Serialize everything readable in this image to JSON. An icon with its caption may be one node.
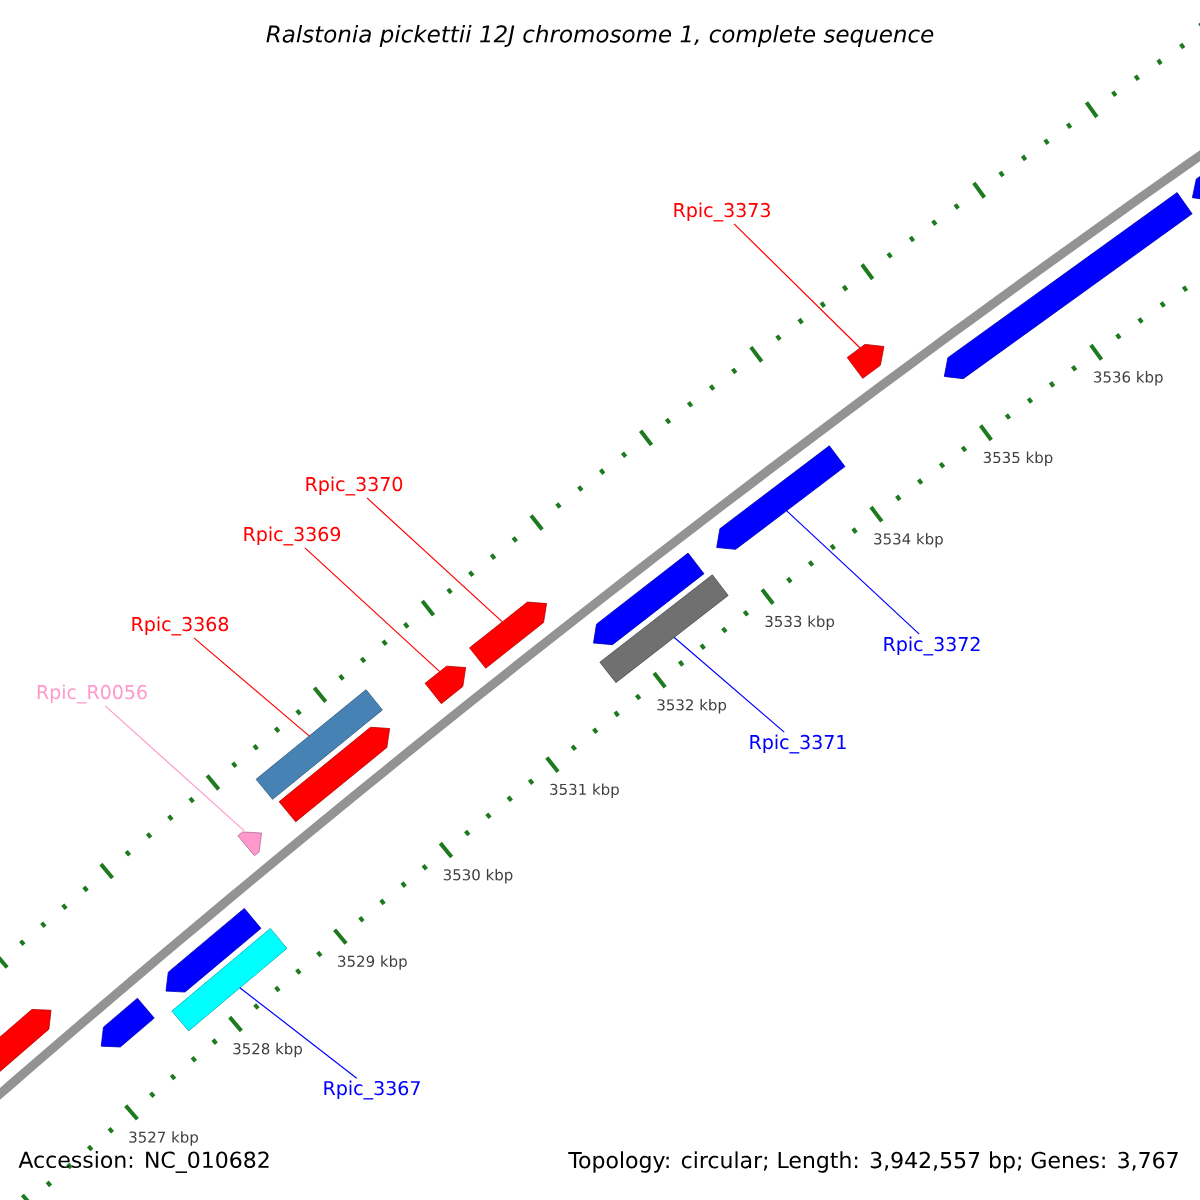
{
  "diagram": {
    "title": "Ralstonia pickettii 12J chromosome 1, complete sequence",
    "nodes": [
      {
        "text": [
          "Rpic_3373"
        ]
      },
      {
        "text": [
          "Rpic_3370"
        ]
      },
      {
        "text": [
          "Rpic_3369"
        ]
      },
      {
        "text": [
          "Rpic_3368"
        ]
      },
      {
        "text": [
          "Rpic_R0056"
        ]
      },
      {
        "text": [
          "Rpic_3372"
        ]
      },
      {
        "text": [
          "Rpic_3371"
        ]
      },
      {
        "text": [
          "Rpic_3367"
        ]
      },
      {
        "text": [],
        "shape": "bar"
      },
      {
        "text": [],
        "shape": "bar"
      },
      {
        "text": [],
        "shape": "bar"
      },
      {
        "text": [],
        "shape": "bar"
      },
      {
        "text": [],
        "shape": "bar"
      },
      {
        "text": [],
        "shape": "bar"
      },
      {
        "text": [],
        "shape": "bar"
      },
      {
        "text": [],
        "shape": "bar"
      }
    ],
    "edges": [
      {
        "from": 0,
        "to": 8,
        "arrow": "none"
      },
      {
        "from": 1,
        "to": 9,
        "arrow": "none"
      },
      {
        "from": 2,
        "to": 10,
        "arrow": "none"
      },
      {
        "from": 3,
        "to": 11,
        "arrow": "none"
      },
      {
        "from": 4,
        "to": 12,
        "arrow": "none",
        "color": "#ff99cc"
      },
      {
        "from": 5,
        "to": 13,
        "arrow": "none",
        "color": "#0000ff"
      },
      {
        "from": 6,
        "to": 14,
        "arrow": "none",
        "color": "#0000ff"
      },
      {
        "from": 7,
        "to": 15,
        "arrow": "none",
        "color": "#0000ff"
      }
    ],
    "labels": [
      "3536 kbp",
      "3535 kbp",
      "3534 kbp",
      "3533 kbp",
      "3532 kbp",
      "3531 kbp",
      "3530 kbp",
      "3529 kbp",
      "3528 kbp",
      "3527 kbp",
      "Accession: NC_010682",
      "Topology: circular; Length: 3,942,557 bp; Genes: 3,767"
    ]
  }
}
